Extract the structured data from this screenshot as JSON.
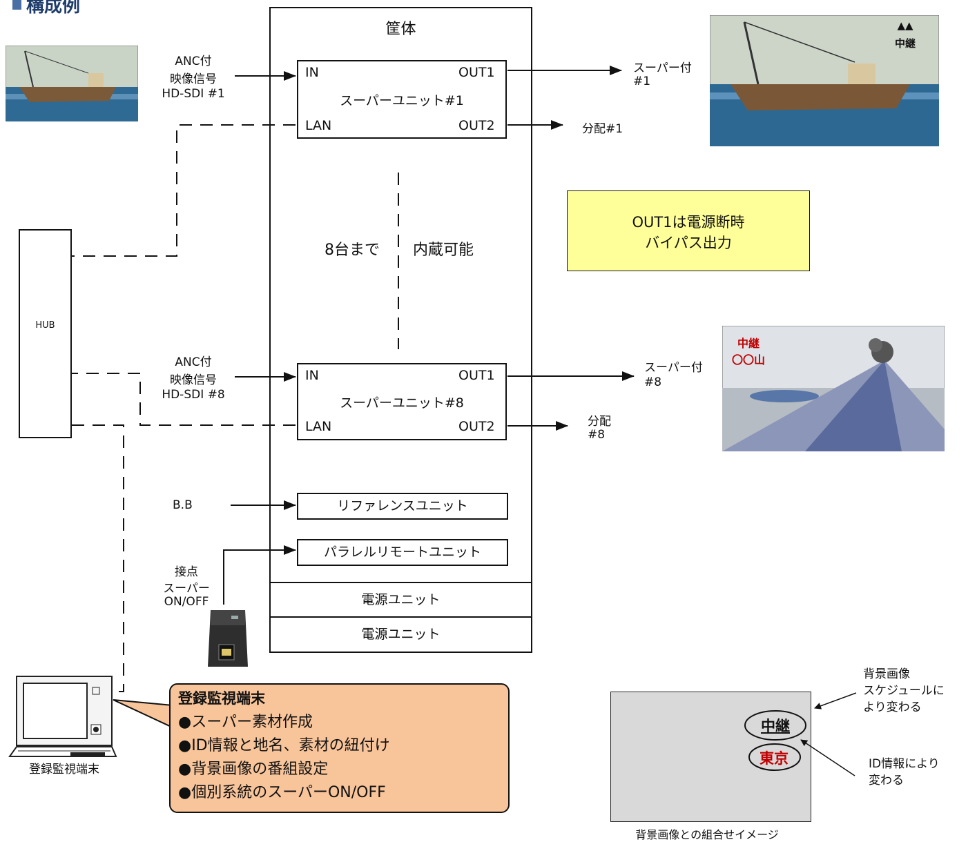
{
  "heading": "構成例",
  "chassis": {
    "title": "筐体"
  },
  "unit1": {
    "label": "スーパーユニット#1",
    "in": "IN",
    "out1": "OUT1",
    "lan": "LAN",
    "out2": "OUT2"
  },
  "unit8": {
    "label": "スーパーユニット#8",
    "in": "IN",
    "out1": "OUT1",
    "lan": "LAN",
    "out2": "OUT2"
  },
  "capacity": {
    "left": "8台まで",
    "right": "内蔵可能"
  },
  "input1": {
    "line1": "ANC付",
    "line2": "映像信号",
    "line3": "HD-SDI #1"
  },
  "input8": {
    "line1": "ANC付",
    "line2": "映像信号",
    "line3": "HD-SDI #8"
  },
  "output1": {
    "super": "スーパー付",
    "super_num": "#1",
    "dist": "分配#1"
  },
  "output8": {
    "super": "スーパー付",
    "super_num": "#8",
    "dist": "分配",
    "dist_num": "#8"
  },
  "note": {
    "line1": "OUT1は電源断時",
    "line2": "バイパス出力"
  },
  "hub": {
    "label": "HUB"
  },
  "reference": {
    "input": "B.B",
    "label": "リファレンスユニット"
  },
  "parallel": {
    "label": "パラレルリモートユニット",
    "c1": "接点",
    "c2": "スーパー",
    "c3": "ON/OFF"
  },
  "power": {
    "p1": "電源ユニット",
    "p2": "電源ユニット"
  },
  "screen1": {
    "line1": "▲▲",
    "line2": "中継"
  },
  "screen8": {
    "line1": "中継",
    "line2": "〇〇山"
  },
  "terminal": {
    "label": "登録監視端末"
  },
  "callout": {
    "title": "登録監視端末",
    "items": [
      "●スーパー素材作成",
      "●ID情報と地名、素材の紐付け",
      "●背景画像の番組設定",
      "●個別系統のスーパーON/OFF"
    ]
  },
  "combo": {
    "tag1": "中継",
    "tag2": "東京",
    "note1": {
      "l1": "背景画像",
      "l2": "スケジュールに",
      "l3": "より変わる"
    },
    "note2": {
      "l1": "ID情報により",
      "l2": "変わる"
    },
    "caption": "背景画像との組合せイメージ"
  },
  "colors": {
    "note_bg": "#ffff99",
    "callout_bg": "#f8c49a",
    "accent_red": "#c00000",
    "heading_bar": "#4a6fa5"
  }
}
